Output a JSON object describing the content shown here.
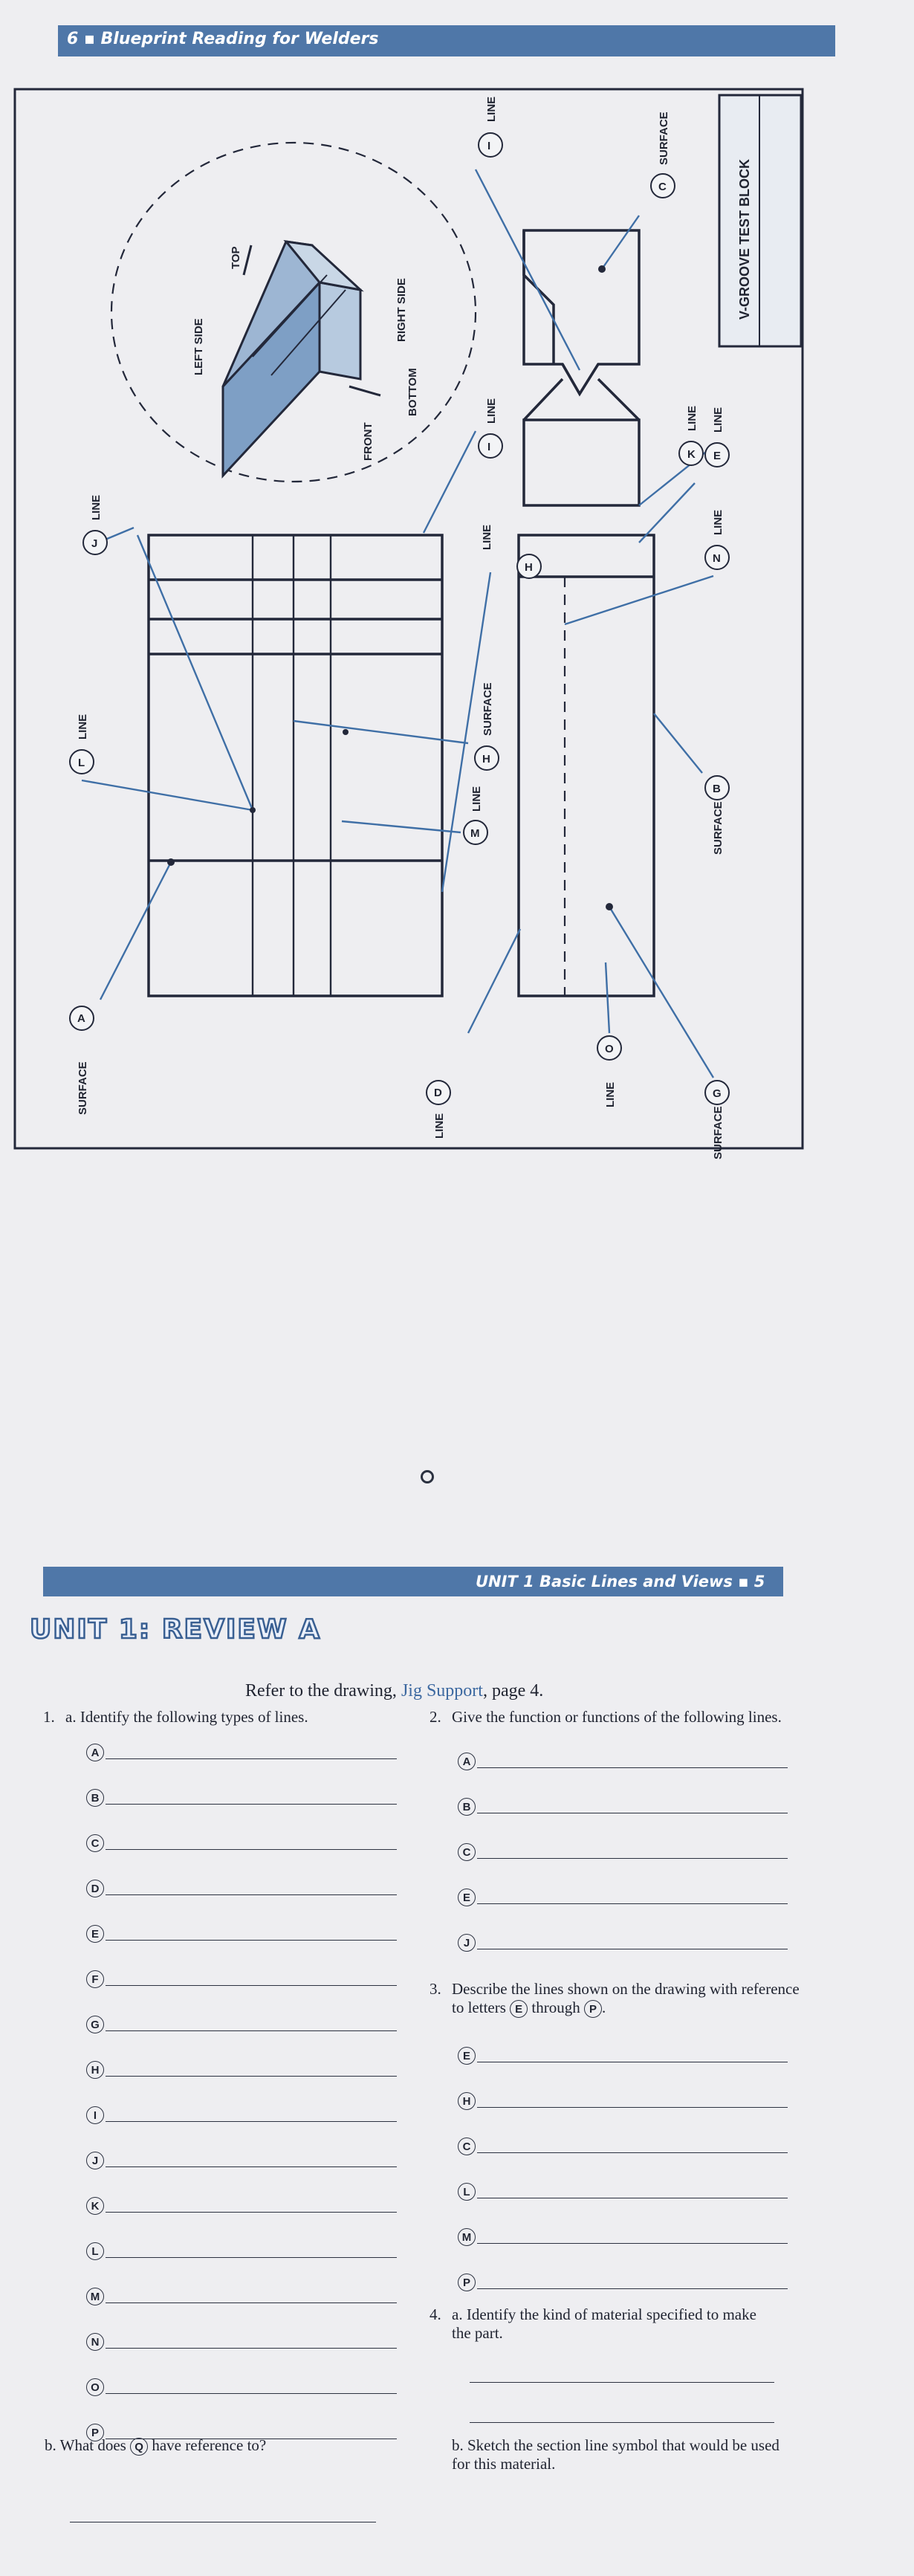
{
  "page_header": {
    "text": "6 ▪ Blueprint Reading for Welders"
  },
  "drawing": {
    "surface_label": "SURFACE",
    "line_label": "LINE",
    "test_block_title": "V-GROOVE TEST BLOCK",
    "iso_labels": {
      "top": "TOP",
      "left_side": "LEFT SIDE",
      "front": "FRONT",
      "bottom": "BOTTOM",
      "right_side": "RIGHT SIDE"
    }
  },
  "unit_band": {
    "text": "UNIT 1 Basic Lines and Views ▪ 5"
  },
  "review_title": "UNIT 1: REVIEW A",
  "intro": {
    "prefix": "Refer to the drawing, ",
    "link": "Jig Support",
    "suffix": ", page 4."
  },
  "q1": {
    "number": "1.",
    "a_text": "a.  Identify the following types of lines.",
    "letters": [
      "A",
      "B",
      "C",
      "D",
      "E",
      "F",
      "G",
      "H",
      "I",
      "J",
      "K",
      "L",
      "M",
      "N",
      "O",
      "P"
    ],
    "b_text_pre": "b.  What does ",
    "b_letter": "Q",
    "b_text_post": " have reference to?"
  },
  "q2": {
    "number": "2.",
    "text": "Give the function or functions of the following lines.",
    "letters": [
      "A",
      "B",
      "C",
      "E",
      "J"
    ]
  },
  "q3": {
    "number": "3.",
    "text_pre": "Describe the lines shown on the drawing with reference to letters ",
    "from": "E",
    "mid": " through ",
    "to": "P",
    "end": ".",
    "letters": [
      "E",
      "H",
      "C",
      "L",
      "M",
      "P"
    ]
  },
  "q4": {
    "number": "4.",
    "a_text": "a.  Identify the kind of material specified to make the part.",
    "b_text": "b.  Sketch the section line symbol that would be used for this material."
  }
}
